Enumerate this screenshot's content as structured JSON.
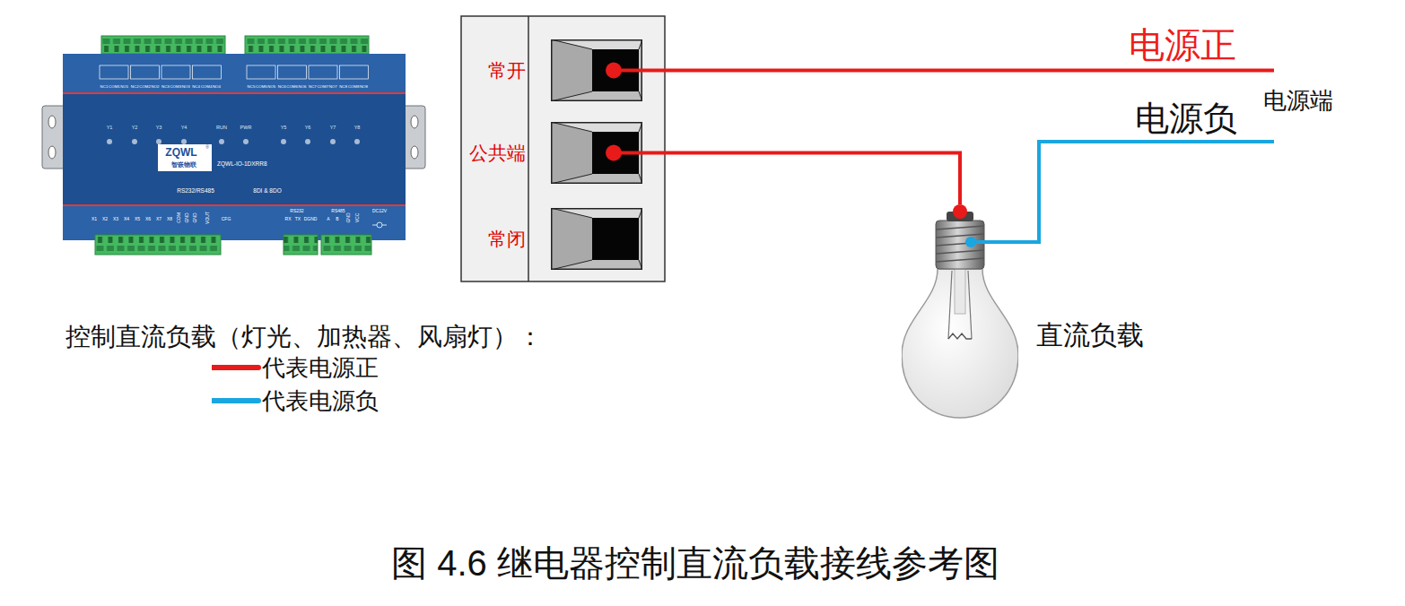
{
  "diagram": {
    "caption": "图 4.6 继电器控制直流负载接线参考图",
    "nodes": [
      {
        "text": [
          "常开"
        ]
      },
      {
        "text": [
          "公共端"
        ]
      },
      {
        "text": [
          "常闭"
        ]
      },
      {
        "text": [
          "直流负载"
        ]
      }
    ],
    "edges": [
      {
        "from": 1,
        "to": 3,
        "arrow": "none"
      }
    ],
    "labels": [
      "NC1",
      "COM1",
      "NO1",
      "NC2",
      "COM2",
      "NO2",
      "NC3",
      "COM3",
      "NO3",
      "NC4",
      "COM4",
      "NO4",
      "NC5",
      "COM5",
      "NO5",
      "NC6",
      "COM6",
      "NO6",
      "NC7",
      "COM7",
      "NO7",
      "NC8",
      "COM8",
      "NO8",
      "Y1",
      "Y2",
      "Y3",
      "Y4",
      "RUN",
      "PWR",
      "Y5",
      "Y6",
      "Y7",
      "Y8",
      "ZQWL",
      "®",
      "智嵌物联",
      "ZQWL-IO-1DXRR8",
      "RS232/RS485",
      "8DI & 8DO",
      "X1",
      "X2",
      "X3",
      "X4",
      "X5",
      "X6",
      "X7",
      "X8",
      "COM",
      "GND",
      "GND",
      "VOUT",
      "CFG",
      "RS232",
      "RX",
      "TX",
      "DGND",
      "RS485",
      "A",
      "B",
      "GND",
      "VCC",
      "DC12V",
      "电源正",
      "电源负",
      "电源端",
      "控制直流负载（灯光、加热器、风扇灯）："
    ],
    "legend": [
      {
        "text": "代表电源正"
      },
      {
        "text": "代表电源负"
      }
    ]
  }
}
